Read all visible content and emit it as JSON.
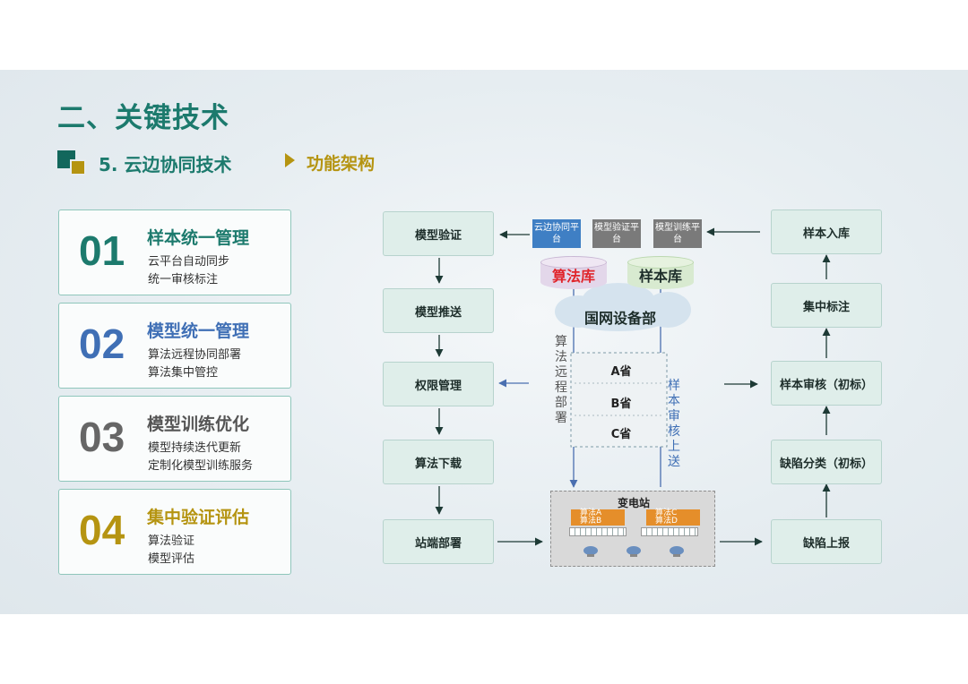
{
  "title": "二、关键技术",
  "subtitle": "5. 云边协同技术",
  "section": "功能架构",
  "cards": [
    {
      "num": "01",
      "title": "样本统一管理",
      "l1": "云平台自动同步",
      "l2": "统一审核标注",
      "color": "#1c7a6d"
    },
    {
      "num": "02",
      "title": "模型统一管理",
      "l1": "算法远程协同部署",
      "l2": "算法集中管控",
      "color": "#3f6fb5"
    },
    {
      "num": "03",
      "title": "模型训练优化",
      "l1": "模型持续迭代更新",
      "l2": "定制化模型训练服务",
      "color": "#666666"
    },
    {
      "num": "04",
      "title": "集中验证评估",
      "l1": "算法验证",
      "l2": "模型评估",
      "color": "#b59411"
    }
  ],
  "left_flow": [
    "模型验证",
    "模型推送",
    "权限管理",
    "算法下载",
    "站端部署"
  ],
  "right_flow": [
    "样本入库",
    "集中标注",
    "样本审核（初标）",
    "缺陷分类（初标）",
    "缺陷上报"
  ],
  "platforms": [
    "云边协同平台",
    "模型验证平台",
    "模型训练平台"
  ],
  "db_algo": "算法库",
  "db_sample": "样本库",
  "cloud": "国网设备部",
  "vertical_left": "算法远程部署",
  "vertical_right": "样本审核上送",
  "provinces": [
    "A省",
    "B省",
    "C省"
  ],
  "substation": {
    "title": "变电站",
    "chips": [
      "算法A\n算法B",
      "算法C\n算法D"
    ]
  }
}
